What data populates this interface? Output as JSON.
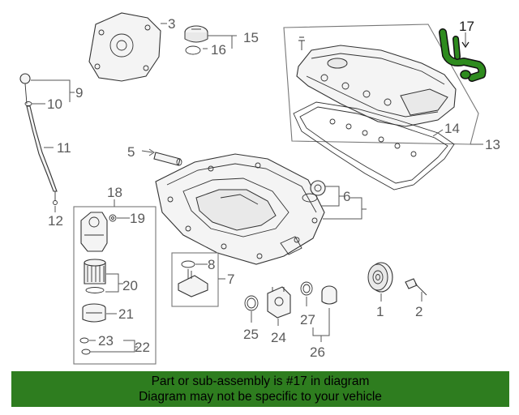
{
  "callouts": {
    "c1": "1",
    "c2": "2",
    "c3": "3",
    "c5": "5",
    "c6": "6",
    "c7": "7",
    "c8": "8",
    "c9": "9",
    "c10": "10",
    "c11": "11",
    "c12": "12",
    "c13": "13",
    "c14": "14",
    "c15": "15",
    "c16": "16",
    "c17": "17",
    "c18": "18",
    "c19": "19",
    "c20": "20",
    "c21": "21",
    "c22": "22",
    "c23": "23",
    "c24": "24",
    "c25": "25",
    "c26": "26",
    "c27": "27"
  },
  "banner": {
    "line1": "Part or sub-assembly is #17 in diagram",
    "line2": "Diagram may not be specific to your vehicle",
    "color": "#2e7d1f"
  },
  "highlight": {
    "part": "17",
    "color": "#2e8b1e"
  }
}
